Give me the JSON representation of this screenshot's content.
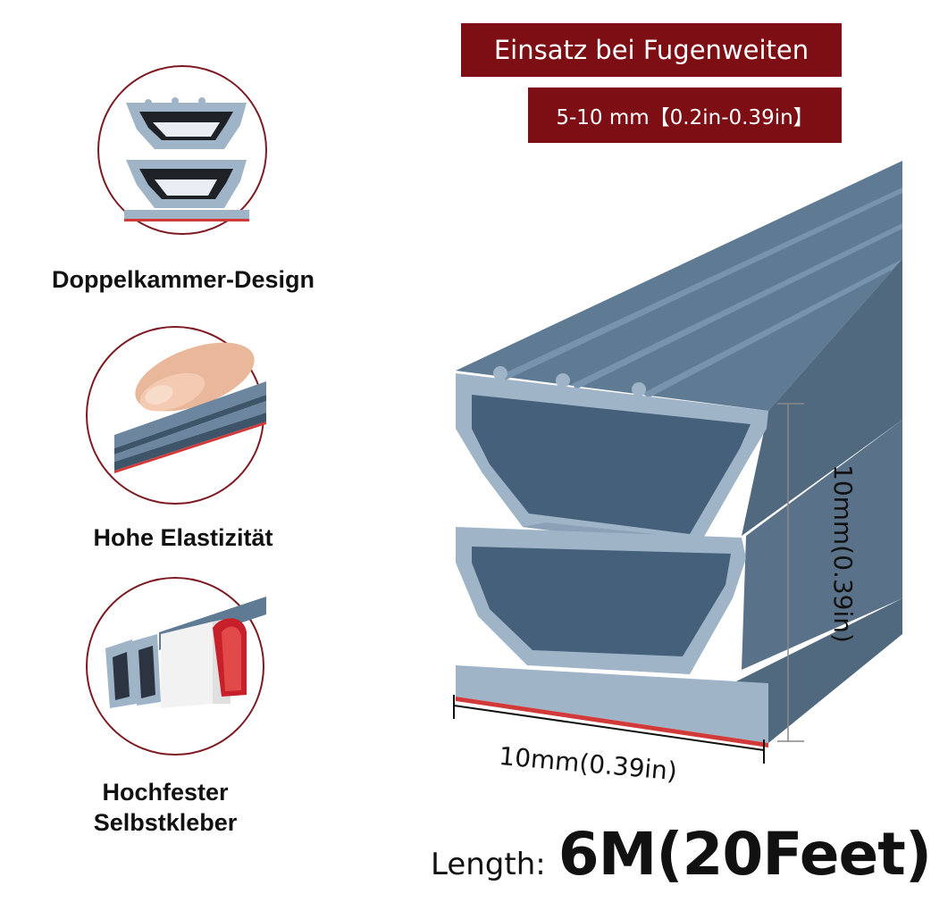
{
  "banner": {
    "line1": "Einsatz bei Fugenweiten",
    "line2": "5-10 mm【0.2in-0.39in】"
  },
  "features": [
    {
      "label": "Doppelkammer-Design",
      "icon": "double-chamber-profile-icon"
    },
    {
      "label": "Hohe Elastizität",
      "icon": "finger-press-icon"
    },
    {
      "label_line1": "Hochfester",
      "label_line2": "Selbstkleber",
      "icon": "adhesive-tape-icon"
    }
  ],
  "dimensions": {
    "width_label": "10mm(0.39in)",
    "height_label": "10mm(0.39in)"
  },
  "length": {
    "label": "Length:",
    "value": "6M(20Feet)"
  },
  "colors": {
    "banner": "#7d0e14",
    "profile": "#5f7a93",
    "profile_face": "#9fb4c7",
    "adhesive": "#d23a3a"
  }
}
